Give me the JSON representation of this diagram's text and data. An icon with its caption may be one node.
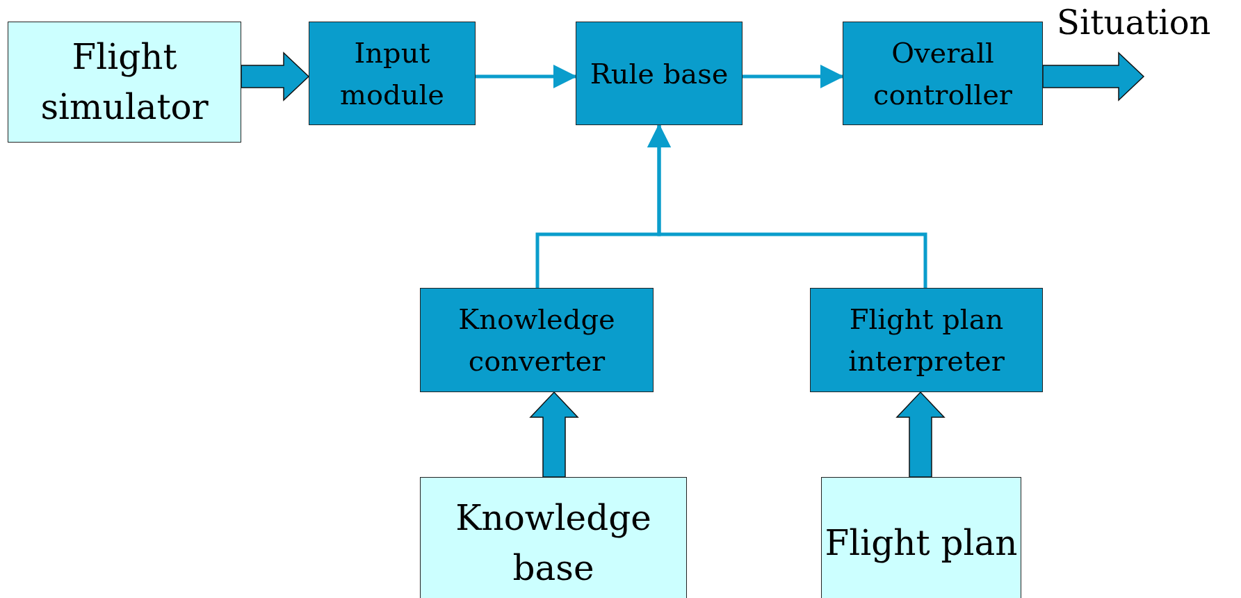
{
  "diagram": {
    "nodes": [
      {
        "text": [
          "Flight simulator"
        ]
      },
      {
        "text": [
          "Input module"
        ]
      },
      {
        "text": [
          "Rule base"
        ]
      },
      {
        "text": [
          "Overall controller"
        ]
      },
      {
        "text": [
          "Knowledge converter"
        ]
      },
      {
        "text": [
          "Flight plan interpreter"
        ]
      },
      {
        "text": [
          "Knowledge base"
        ]
      },
      {
        "text": [
          "Flight plan"
        ]
      }
    ],
    "edges": [
      {
        "from": 0,
        "to": 1,
        "arrow": "to",
        "style": "thick"
      },
      {
        "from": 1,
        "to": 2,
        "arrow": "to"
      },
      {
        "from": 2,
        "to": 3,
        "arrow": "to"
      },
      {
        "from": 3,
        "to": null,
        "arrow": "to",
        "style": "thick",
        "label": "Situation"
      },
      {
        "from": 4,
        "to": 2,
        "arrow": "to"
      },
      {
        "from": 5,
        "to": 2,
        "arrow": "to"
      },
      {
        "from": 6,
        "to": 4,
        "arrow": "to",
        "style": "thick"
      },
      {
        "from": 7,
        "to": 5,
        "arrow": "to",
        "style": "thick"
      }
    ]
  }
}
